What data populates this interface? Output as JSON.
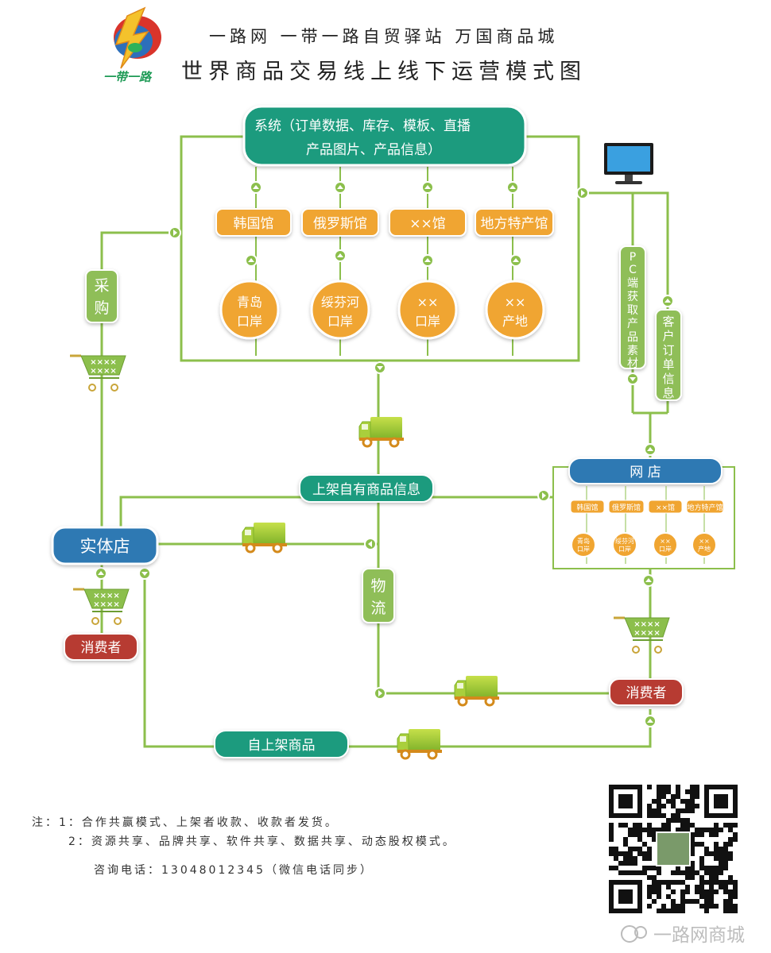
{
  "header": {
    "logo_text": "一带一路",
    "subtitle": "一路网  一带一路自贸驿站  万国商品城",
    "title": "世界商品交易线上线下运营模式图"
  },
  "system_box": {
    "line1": "系统（订单数据、库存、模板、直播",
    "line2": "产品图片、产品信息）"
  },
  "pavilions": [
    "韩国馆",
    "俄罗斯馆",
    "××馆",
    "地方特产馆"
  ],
  "ports": [
    {
      "line1": "青岛",
      "line2": "口岸"
    },
    {
      "line1": "绥芬河",
      "line2": "口岸"
    },
    {
      "line1": "××",
      "line2": "口岸"
    },
    {
      "line1": "××",
      "line2": "产地"
    }
  ],
  "side_labels": {
    "purchase": [
      "采",
      "购"
    ],
    "pc": [
      "P",
      "C",
      "端",
      "获",
      "取",
      "产",
      "品",
      "素",
      "材"
    ],
    "orders": [
      "客",
      "户",
      "订",
      "单",
      "信",
      "息"
    ],
    "logistics": [
      "物",
      "流"
    ]
  },
  "nodes": {
    "online_store": "网  店",
    "physical_store": "实体店",
    "consumer_left": "消费者",
    "consumer_right": "消费者",
    "listing_info": "上架自有商品信息",
    "self_listed": "自上架商品"
  },
  "cart_mark": "××××",
  "mini_pavilions": [
    "韩国馆",
    "俄罗斯馆",
    "××馆",
    "地方特产馆"
  ],
  "mini_ports": [
    {
      "line1": "青岛",
      "line2": "口岸"
    },
    {
      "line1": "绥芬河",
      "line2": "口岸"
    },
    {
      "line1": "××",
      "line2": "口岸"
    },
    {
      "line1": "××",
      "line2": "产地"
    }
  ],
  "notes": {
    "line1": "注：1：合作共赢模式、上架者收款、收款者发货。",
    "line2": "2：资源共享、品牌共享、软件共享、数据共享、动态股权模式。",
    "contact": "咨询电话：13048012345（微信电话同步）"
  },
  "watermark": "一路网商城",
  "colors": {
    "teal": "#1f9b7e",
    "orange": "#f0a531",
    "blue": "#2f79b3",
    "red": "#b73a30",
    "green_line": "#8cbf4c",
    "green_label": "#8fbe58"
  }
}
